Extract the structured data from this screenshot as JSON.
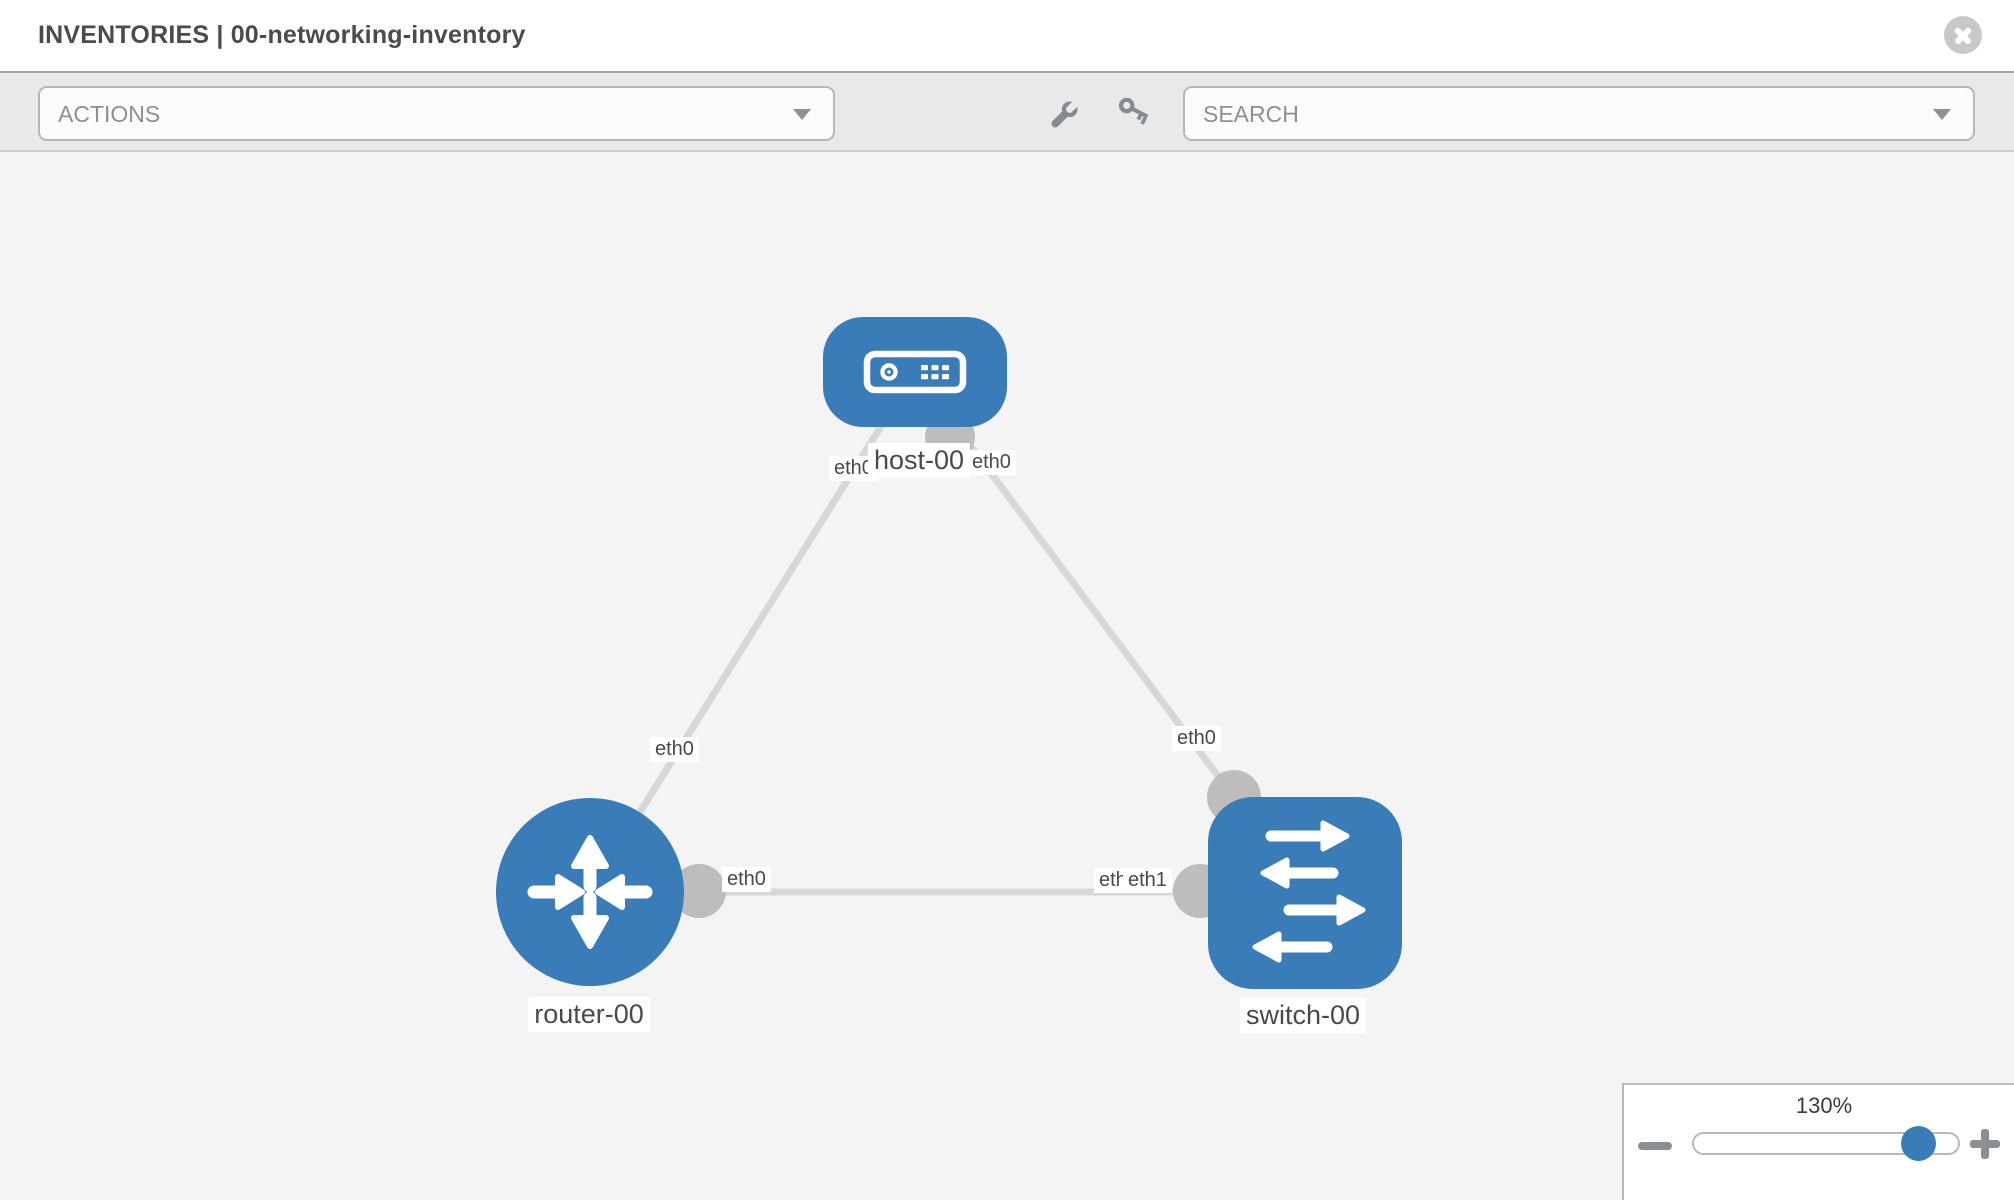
{
  "header": {
    "title": "INVENTORIES | 00-networking-inventory"
  },
  "toolbar": {
    "actions_label": "ACTIONS",
    "search_label": "SEARCH",
    "icons": [
      "wrench-icon",
      "key-icon"
    ]
  },
  "topology": {
    "nodes": [
      {
        "id": "host-00",
        "type": "host",
        "label": "host-00"
      },
      {
        "id": "router-00",
        "type": "router",
        "label": "router-00"
      },
      {
        "id": "switch-00",
        "type": "switch",
        "label": "switch-00"
      }
    ],
    "links": [
      {
        "from": "host-00",
        "to": "router-00",
        "from_interface": "eth0",
        "to_interface": "eth0"
      },
      {
        "from": "host-00",
        "to": "switch-00",
        "from_interface": "eth0",
        "to_interface": "eth0"
      },
      {
        "from": "router-00",
        "to": "switch-00",
        "from_interface": "eth0",
        "to_interface": "eth1"
      }
    ],
    "interface_labels": {
      "host_to_router_at_host": "eth0",
      "host_to_switch_at_host": "eth0",
      "host_to_router_at_router": "eth0",
      "host_to_switch_at_switch": "eth0",
      "router_to_switch_at_router": "eth0",
      "router_to_switch_at_switch_under": "eth0",
      "router_to_switch_at_switch_over": "eth1"
    }
  },
  "zoom_control": {
    "value": "130%",
    "percent": 130
  },
  "colors": {
    "node_blue": "#3a7cb8",
    "port_gray": "#bdbdbd",
    "link_gray": "#d7d7d7",
    "toolbar_gray": "#e9e9e9",
    "canvas_gray": "#f4f4f4"
  }
}
